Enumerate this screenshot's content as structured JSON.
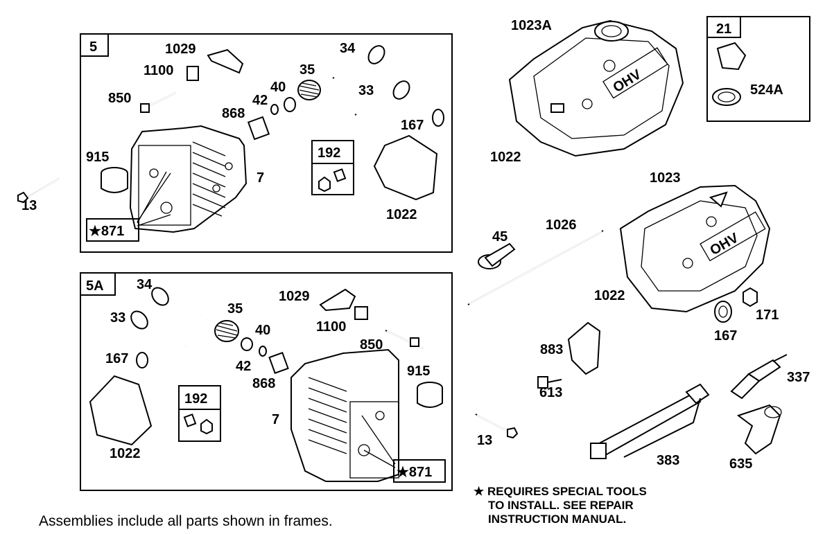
{
  "frames": {
    "frame_5": {
      "tag": "5"
    },
    "frame_5a": {
      "tag": "5A"
    }
  },
  "callouts": {
    "f5_1029": "1029",
    "f5_1100": "1100",
    "f5_850": "850",
    "f5_34": "34",
    "f5_35": "35",
    "f5_40": "40",
    "f5_42": "42",
    "f5_868": "868",
    "f5_33": "33",
    "f5_167": "167",
    "f5_915": "915",
    "f5_7": "7",
    "f5_192": "192",
    "f5_1022": "1022",
    "f5_871": "★871",
    "bolt_13_left": "13",
    "f5a_34": "34",
    "f5a_33": "33",
    "f5a_35": "35",
    "f5a_40": "40",
    "f5a_42": "42",
    "f5a_868": "868",
    "f5a_167": "167",
    "f5a_192": "192",
    "f5a_1022": "1022",
    "f5a_7": "7",
    "f5a_1029": "1029",
    "f5a_1100": "1100",
    "f5a_850": "850",
    "f5a_915": "915",
    "f5a_871": "★871",
    "r_1023a": "1023A",
    "r_1022_top": "1022",
    "r_21": "21",
    "r_524a": "524A",
    "r_1023": "1023",
    "r_45": "45",
    "r_1026": "1026",
    "r_1022_mid": "1022",
    "r_167": "167",
    "r_171": "171",
    "r_883": "883",
    "r_613": "613",
    "r_337": "337",
    "r_13": "13",
    "r_383": "383",
    "r_635": "635",
    "ohv_top": "OHV",
    "ohv_mid": "OHV"
  },
  "notes": {
    "special_tools": [
      "★ REQUIRES SPECIAL TOOLS",
      "TO INSTALL.  SEE REPAIR",
      "INSTRUCTION MANUAL."
    ],
    "footer": "Assemblies include all parts shown in frames."
  }
}
